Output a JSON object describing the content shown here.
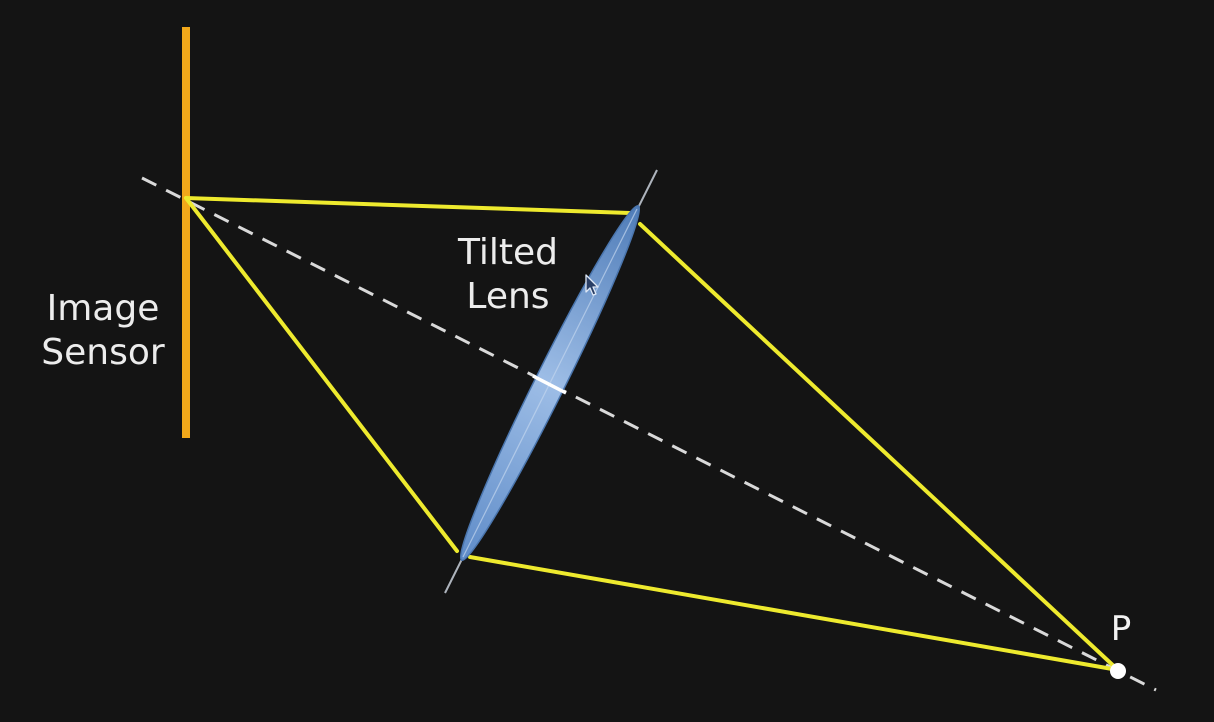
{
  "labels": {
    "sensor_line1": "Image",
    "sensor_line2": "Sensor",
    "lens_line1": "Tilted",
    "lens_line2": "Lens",
    "point": "P"
  },
  "colors": {
    "background": "#141414",
    "sensor": "#f2a81a",
    "rays": "#eeea2e",
    "axis": "#d9d9d9",
    "lens_fill": "#7fa8dc",
    "text": "#ececec",
    "point": "#ffffff"
  },
  "icons": {
    "cursor": "mouse-pointer-icon"
  }
}
